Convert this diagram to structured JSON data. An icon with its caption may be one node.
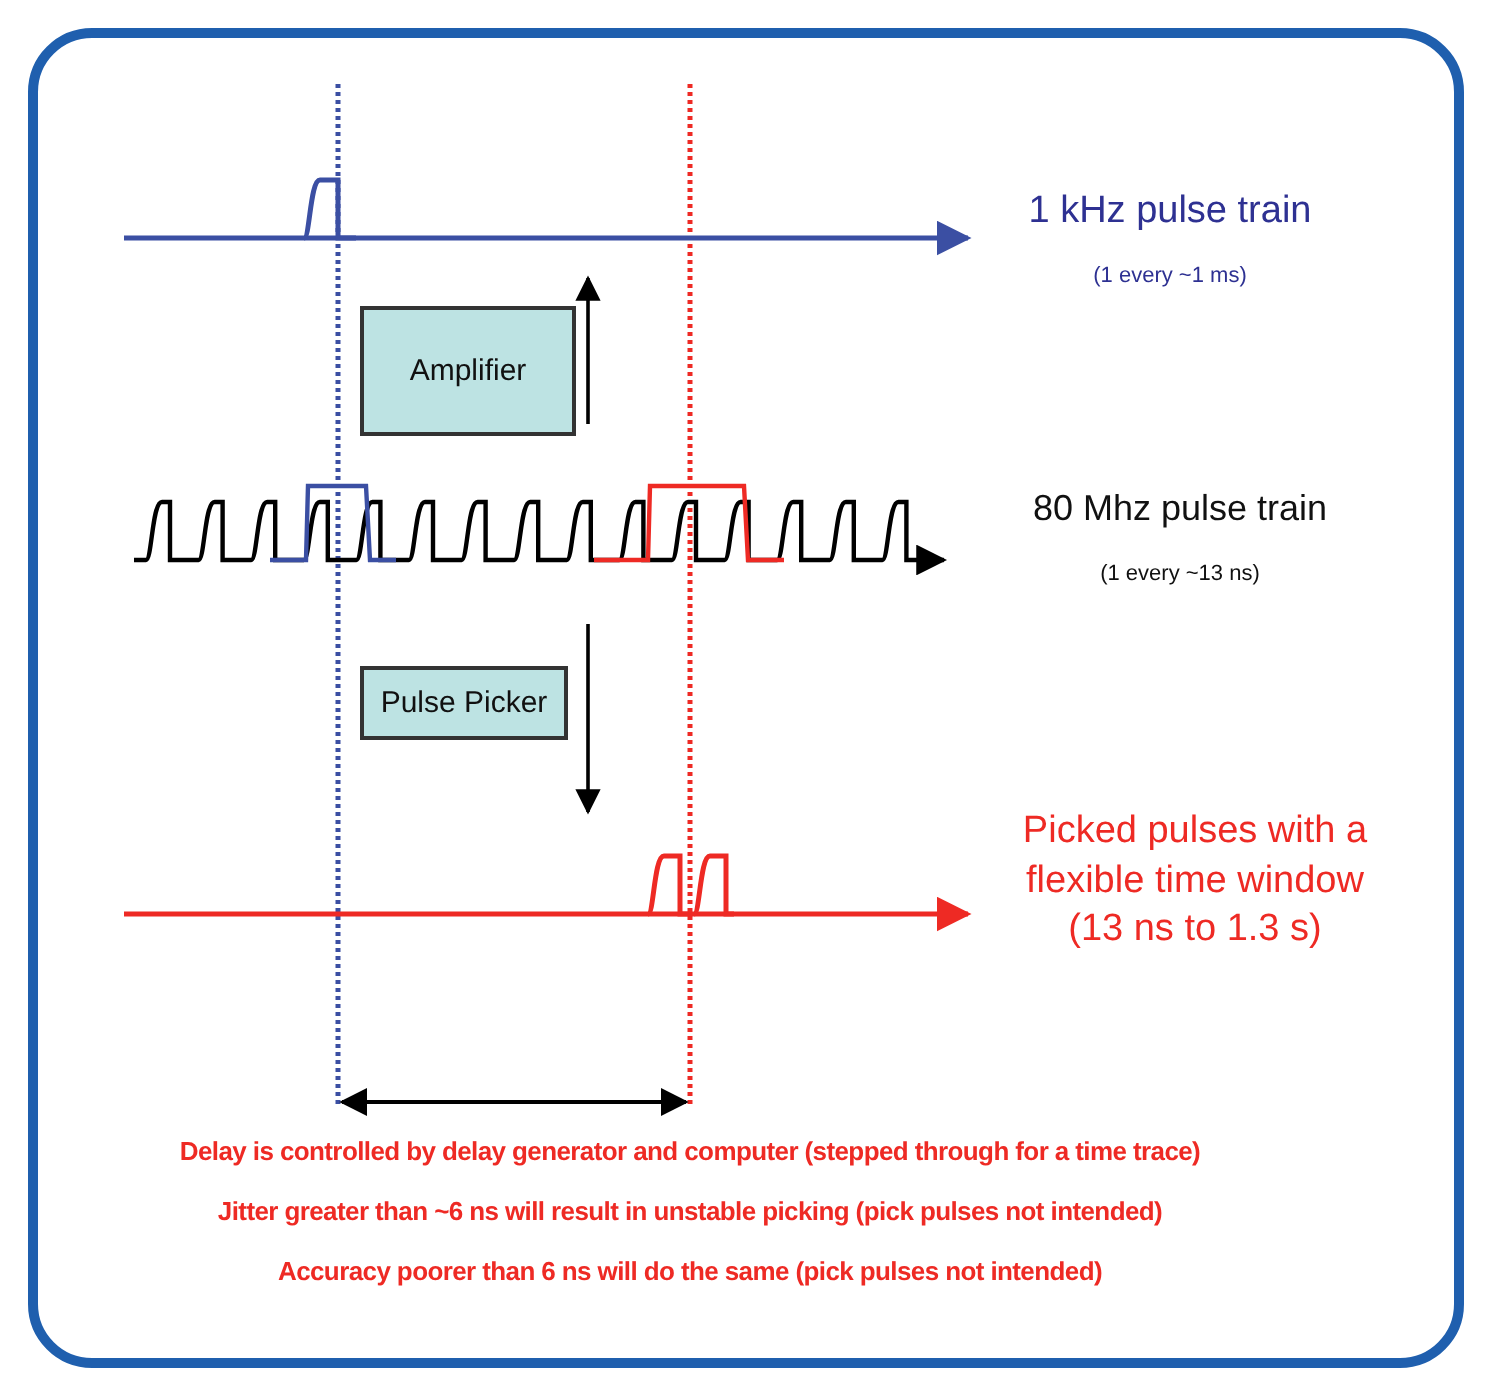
{
  "diagram": {
    "nodes": [
      {
        "text": [
          "Amplifier"
        ]
      },
      {
        "text": [
          "Pulse Picker"
        ]
      }
    ],
    "labels": [
      "1 kHz pulse train",
      "(1 every ~1 ms)",
      "80 Mhz pulse train",
      "(1 every ~13 ns)",
      "Picked pulses with a flexible time window (13 ns to 1.3 s)",
      "Delay is controlled by delay generator and computer (stepped through for a time trace)",
      "Jitter greater than ~6 ns will result in unstable picking (pick pulses not intended)",
      "Accuracy poorer than 6 ns will do the same (pick pulses not intended)"
    ]
  }
}
